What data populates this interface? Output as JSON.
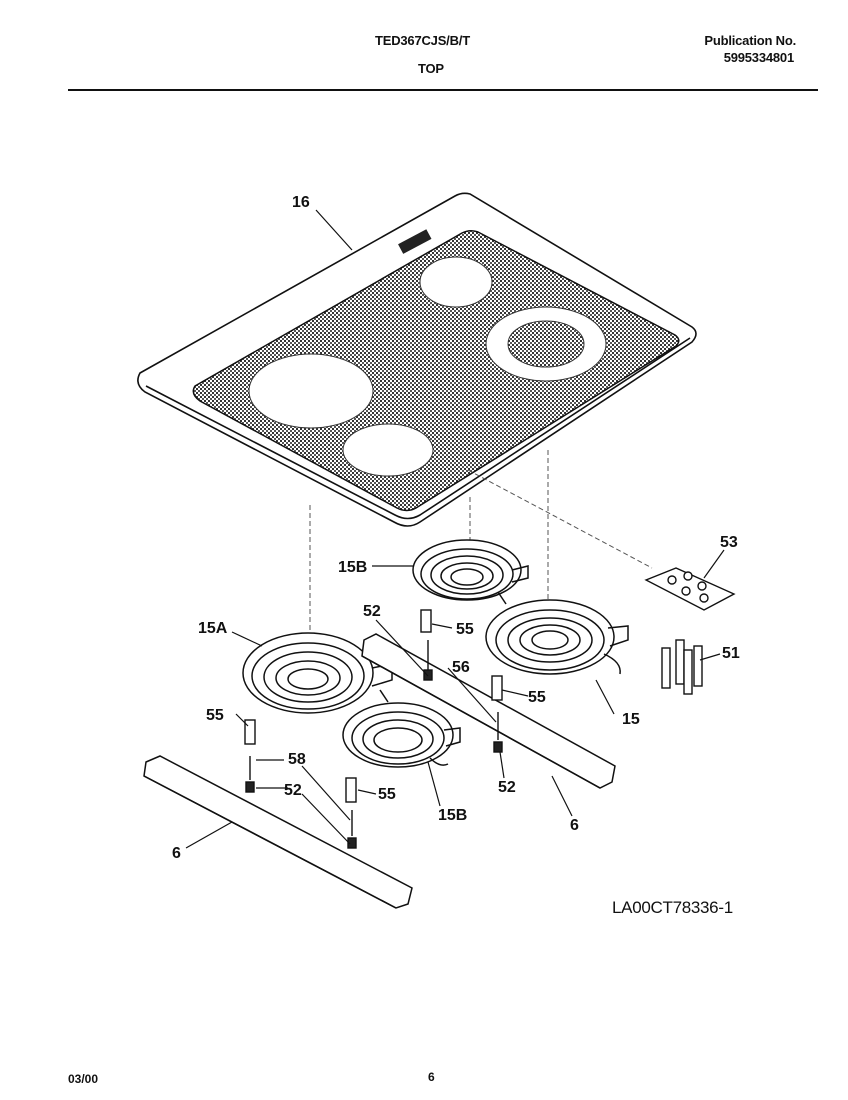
{
  "header": {
    "model": "TED367CJS/B/T",
    "section": "TOP",
    "publication_label": "Publication No.",
    "publication_number": "5995334801"
  },
  "callouts": {
    "c16": "16",
    "c15B_top": "15B",
    "c15A": "15A",
    "c52_top": "52",
    "c55_top": "55",
    "c56_top": "56",
    "c55_mid": "55",
    "c15": "15",
    "c53": "53",
    "c51": "51",
    "c55_left": "55",
    "c58": "58",
    "c52_left": "52",
    "c55_bottom": "55",
    "c15B_bottom": "15B",
    "c52_right": "52",
    "c6_right": "6",
    "c6_left": "6"
  },
  "reference_code": "LA00CT78336-1",
  "footer": {
    "date": "03/00",
    "page": "6"
  }
}
